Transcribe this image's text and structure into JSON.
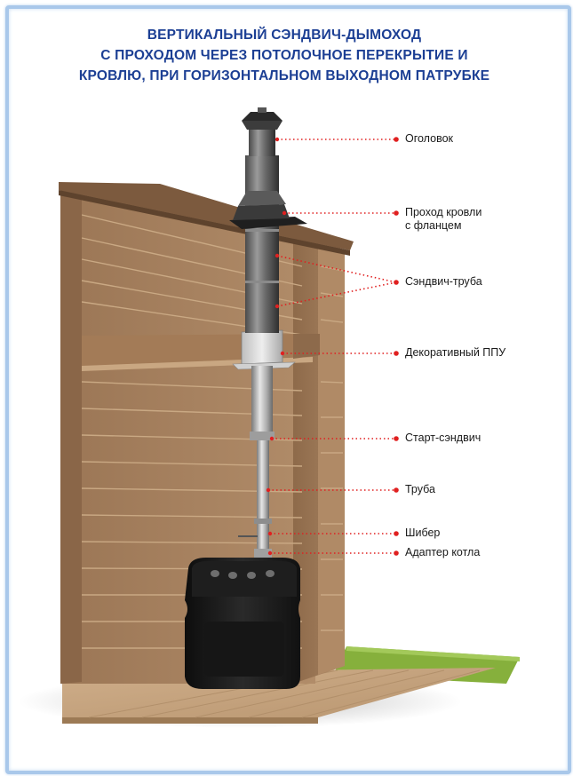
{
  "title": {
    "line1": "ВЕРТИКАЛЬНЫЙ  СЭНДВИЧ-ДЫМОХОД",
    "line2": "С ПРОХОДОМ  ЧЕРЕЗ  ПОТОЛОЧНОЕ  ПЕРЕКРЫТИЕ  И",
    "line3": "КРОВЛЮ,  ПРИ  ГОРИЗОНТАЛЬНОМ  ВЫХОДНОМ ПАТРУБКЕ"
  },
  "labels": {
    "cap": "Оголовок",
    "roof_pass_1": "Проход кровли",
    "roof_pass_2": "с фланцем",
    "sandwich_pipe": "Сэндвич-труба",
    "ceiling_unit": "Декоративный ППУ",
    "start_sandwich": "Старт-сэндвич",
    "pipe": "Труба",
    "damper": "Шибер",
    "boiler_adapter": "Адаптер котла"
  },
  "colors": {
    "title": "#1c3f94",
    "leader": "#e02020",
    "frame": "#a9c8ea",
    "wood": "#a57f5d",
    "grass": "#86b03c"
  }
}
